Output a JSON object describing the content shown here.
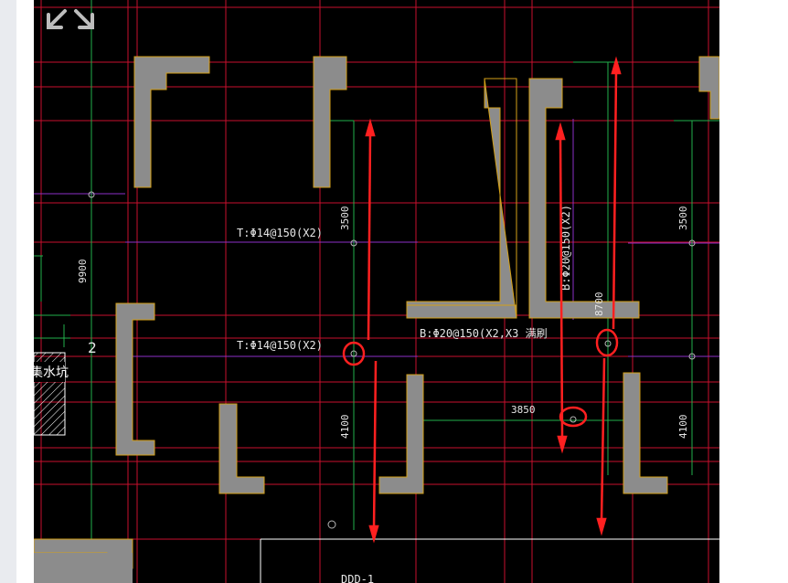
{
  "canvas": {
    "background": "#000000",
    "grid_color": "#c8102e",
    "axis_color": "#22b14c",
    "wall_fill": "#8c8c8c",
    "wall_edge": "#d4a017",
    "markup_color": "#ff2020"
  },
  "toolbar": {
    "zoom_icon": "expand-arrows-icon"
  },
  "annotations": {
    "rebar_top_1": "T:Φ14@150(X2)",
    "rebar_top_2": "T:Φ14@150(X2)",
    "rebar_bottom_horizontal": "B:Φ20@150(X2,X3 满刷",
    "rebar_bottom_vertical": "B:Φ20@150(X2)",
    "grid_label_2": "2",
    "sump_label": "集水坑",
    "bottom_label": "DDD-1"
  },
  "dimensions": {
    "dim_9900": "9900",
    "dim_3500_a": "3500",
    "dim_3500_b": "3500",
    "dim_4100_a": "4100",
    "dim_4100_b": "4100",
    "dim_8700": "8700",
    "dim_3850": "3850"
  }
}
